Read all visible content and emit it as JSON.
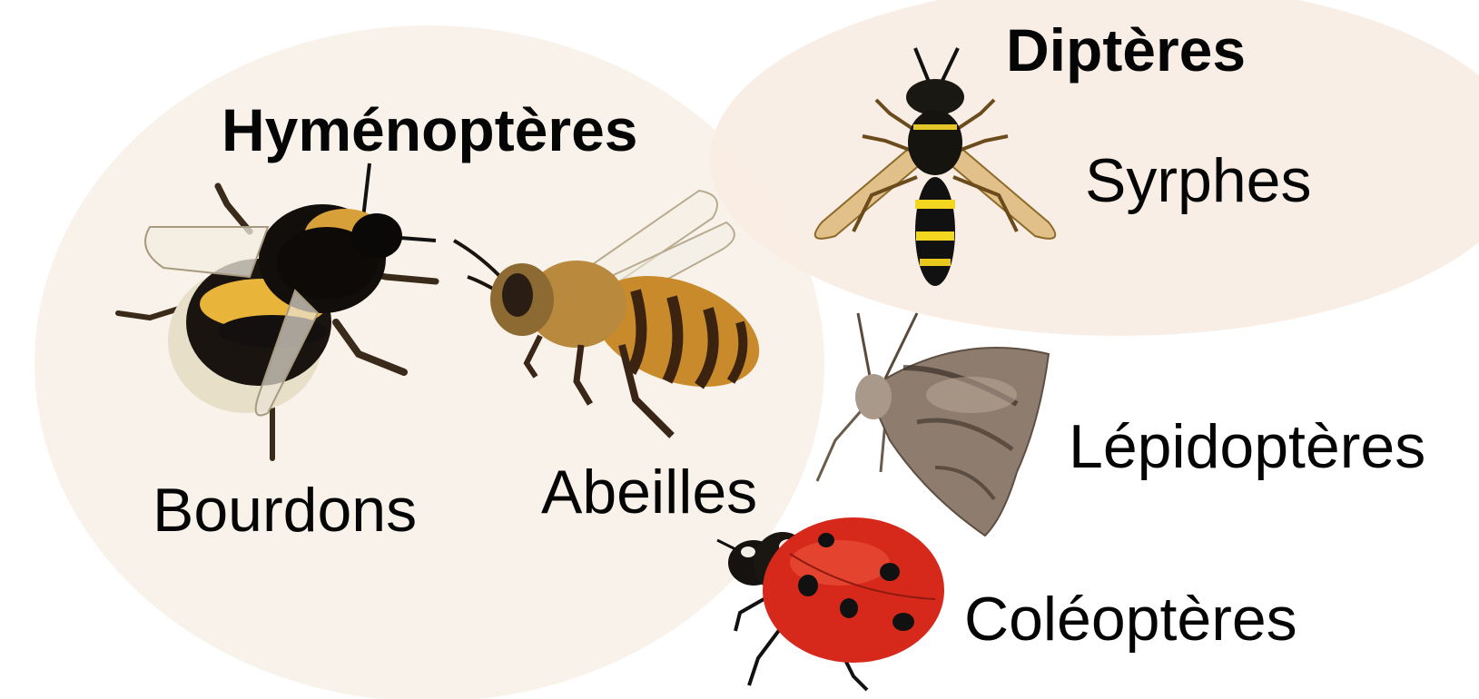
{
  "groups": {
    "hymenoptera": {
      "title": "Hyménoptères",
      "members": {
        "bumblebee": "Bourdons",
        "honeybee": "Abeilles"
      }
    },
    "diptera": {
      "title": "Diptères",
      "members": {
        "hoverfly": "Syrphes"
      }
    }
  },
  "standalone": {
    "lepidoptera": "Lépidoptères",
    "coleoptera": "Coléoptères"
  },
  "colors": {
    "group_fill": "#f9f2ea",
    "text": "#050505"
  },
  "icons": {
    "bumblebee": "bumblebee-icon",
    "honeybee": "honeybee-icon",
    "hoverfly": "hoverfly-icon",
    "moth": "moth-icon",
    "ladybird": "ladybird-icon"
  }
}
